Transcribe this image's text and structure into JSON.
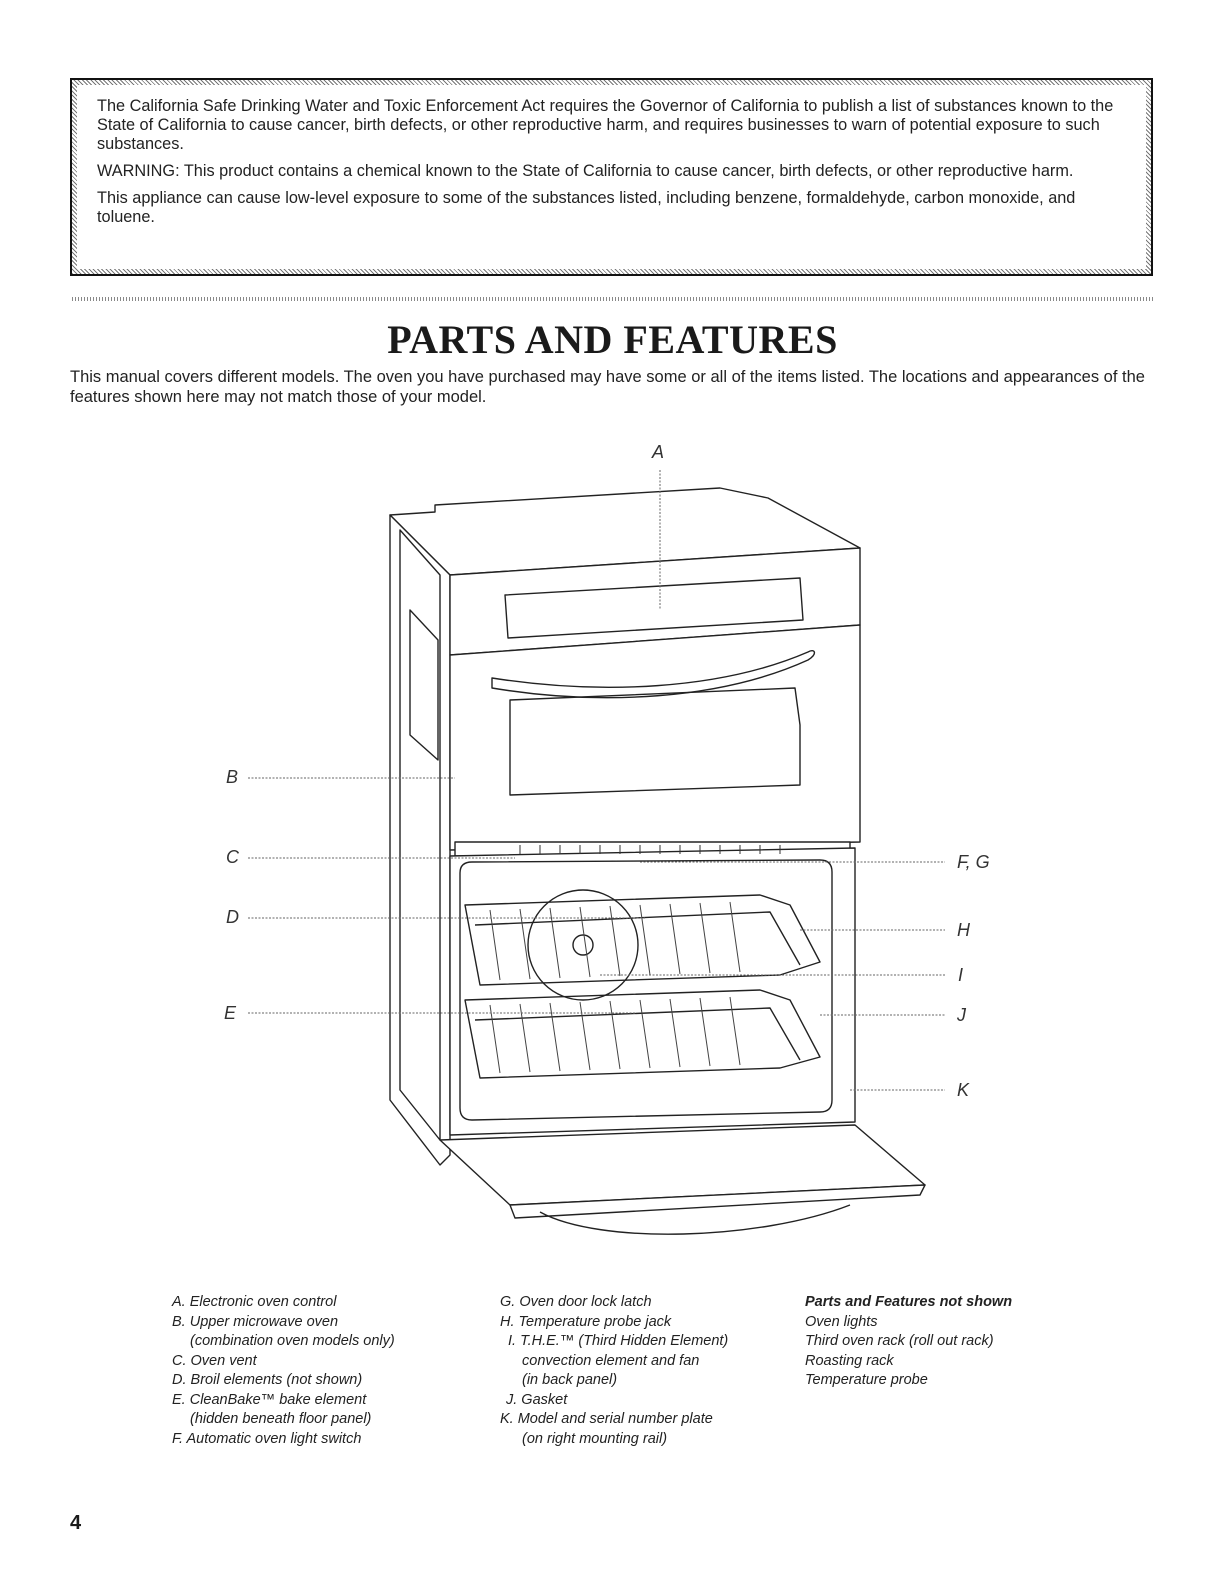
{
  "warning_box": {
    "paragraph1": "The California Safe Drinking Water and Toxic Enforcement Act requires the Governor of California to publish a list of substances known to the State of California to cause cancer, birth defects, or other reproductive harm, and requires businesses to warn of potential exposure to such substances.",
    "paragraph2": "WARNING: This product contains a chemical known to the State of California to cause cancer, birth defects, or other reproductive harm.",
    "paragraph3": "This appliance can cause low-level exposure to some of the substances listed, including benzene, formaldehyde, carbon monoxide, and toluene."
  },
  "section": {
    "title": "PARTS AND FEATURES",
    "intro": "This manual covers different models. The oven you have purchased may have some or all of the items listed. The locations and appearances of the features shown here may not match those of your model."
  },
  "diagram_labels": {
    "a": "A",
    "b": "B",
    "c": "C",
    "d": "D",
    "e": "E",
    "fg": "F, G",
    "h": "H",
    "i": "I",
    "j": "J",
    "k": "K"
  },
  "captions": {
    "col1": [
      "A. Electronic oven control",
      "B. Upper microwave oven",
      "(combination oven models only)",
      "C. Oven vent",
      "D. Broil elements (not shown)",
      "E. CleanBake™ bake element",
      "(hidden beneath floor panel)",
      "F. Automatic oven light switch"
    ],
    "col2": [
      "G. Oven door lock latch",
      "H. Temperature probe jack",
      "I. T.H.E.™ (Third Hidden Element)",
      "convection element and fan",
      "(in back panel)",
      "J. Gasket",
      "K. Model and serial number plate",
      "(on right mounting rail)"
    ],
    "col3_heading": "Parts and Features not shown",
    "col3": [
      "Oven lights",
      "Third oven rack (roll out rack)",
      "Roasting rack",
      "Temperature probe"
    ]
  },
  "page_number": "4"
}
